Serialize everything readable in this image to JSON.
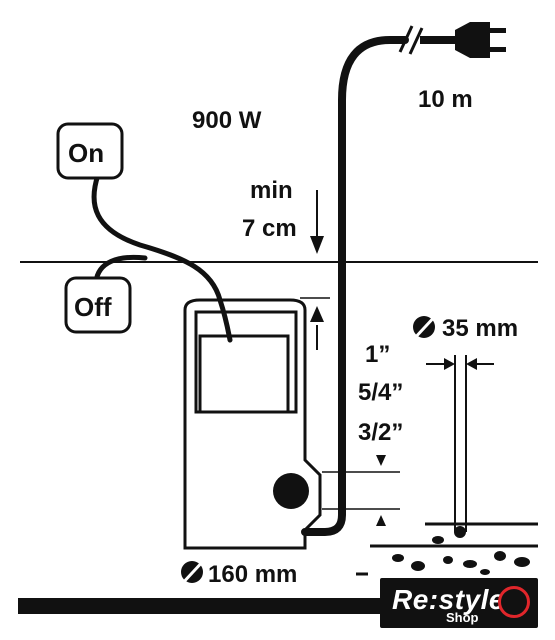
{
  "labels": {
    "power": "900 W",
    "cable": "10 m",
    "min_line1": "min",
    "min_line2": "7 cm",
    "on": "On",
    "off": "Off",
    "port_1": "1”",
    "port_2": "5/4”",
    "port_3": "3/2”",
    "particle": "35 mm",
    "diameter": "160 mm"
  },
  "badge": {
    "brand": "Re:style",
    "sub": "Shop"
  },
  "colors": {
    "line": "#111111",
    "accent": "#e0262b",
    "background": "#ffffff"
  }
}
